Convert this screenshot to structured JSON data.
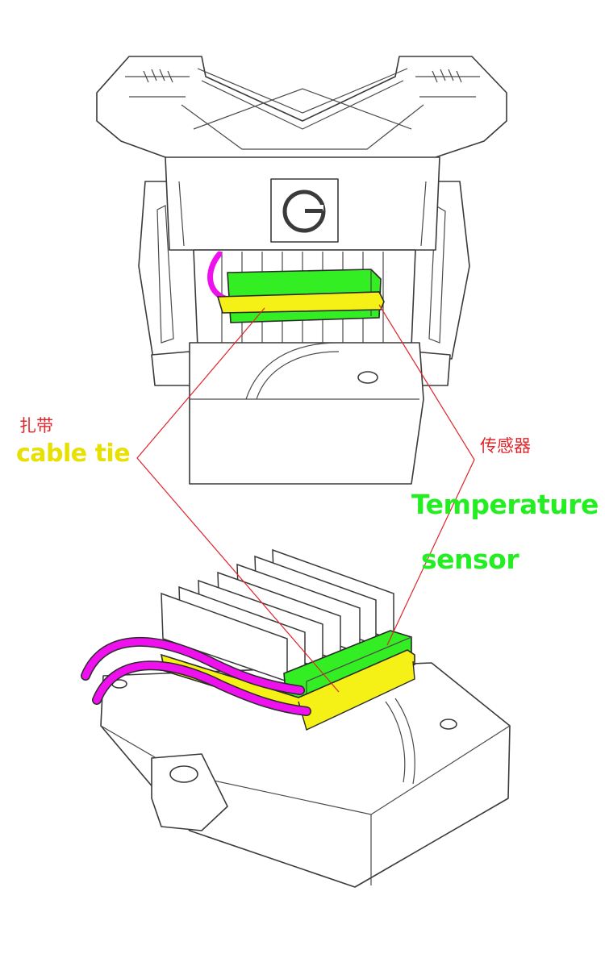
{
  "labels": {
    "cable_tie_cn": "扎带",
    "cable_tie_en": "cable tie",
    "sensor_cn": "传感器",
    "sensor_en_line1": "Temperature",
    "sensor_en_line2": "sensor"
  },
  "colors": {
    "cable_tie": "#f5f015",
    "sensor": "#33ee22",
    "wire": "#ee11ee",
    "leader_line": "#e0242a",
    "outline": "#3a3a3a"
  },
  "logo_letter": "G"
}
